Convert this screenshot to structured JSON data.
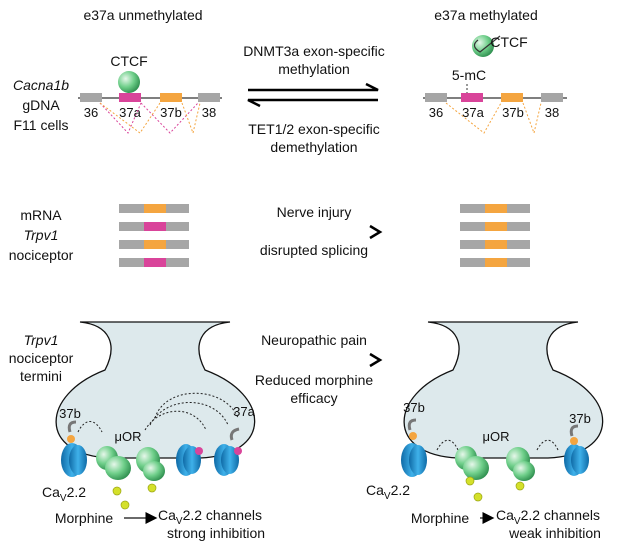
{
  "panel_top": {
    "left_title": "e37a unmethylated",
    "right_title": "e37a methylated",
    "ctcf": "CTCF",
    "mark_5mc": "5-mC",
    "gene_name": "Cacna1b",
    "gene_line2": "gDNA",
    "gene_line3": "F11 cells",
    "exons": [
      "36",
      "37a",
      "37b",
      "38"
    ],
    "forward_label_1": "DNMT3a exon-specific",
    "forward_label_2": "methylation",
    "reverse_label_1": "TET1/2 exon-specific",
    "reverse_label_2": "demethylation"
  },
  "panel_middle": {
    "label_1": "mRNA",
    "label_2": "Trpv1",
    "label_3": "nociceptor",
    "arrow_label_top": "Nerve injury",
    "arrow_label_bottom": "disrupted splicing",
    "left_mrna_middle": [
      "37b",
      "37a",
      "37b",
      "37a"
    ],
    "right_mrna_middle": [
      "37b",
      "37b",
      "37b",
      "37b"
    ]
  },
  "panel_bottom": {
    "label_1": "Trpv1",
    "label_2": "nociceptor",
    "label_3": "termini",
    "arrow_label_top": "Neuropathic pain",
    "arrow_label_2": "Reduced morphine",
    "arrow_label_3": "efficacy",
    "left_37b": "37b",
    "left_37a": "37a",
    "left_uor": "μOR",
    "right_37b_a": "37b",
    "right_37b_b": "37b",
    "right_uor": "μOR",
    "cav_left_prefix": "Ca",
    "cav_left_sub": "V",
    "cav_left_suffix": "2.2",
    "cav_right_prefix": "Ca",
    "cav_right_sub": "V",
    "cav_right_suffix": "2.2",
    "morphine_left": "Morphine",
    "morphine_right": "Morphine",
    "out_left_prefix": "Ca",
    "out_left_sub": "V",
    "out_left_suffix": "2.2 channels",
    "out_left_line2": "strong inhibition",
    "out_right_prefix": "Ca",
    "out_right_sub": "V",
    "out_right_suffix": "2.2 channels",
    "out_right_line2": "weak inhibition"
  },
  "colors": {
    "exon_37a": "#d9449a",
    "exon_37b": "#f4a540",
    "exon_other": "#a6a6a6",
    "ctcf": "#58c07a",
    "channel": "#1e9ad6",
    "uor": "#58c07a",
    "morphine": "#d4e02a",
    "terminal_fill": "#dde9ec"
  }
}
